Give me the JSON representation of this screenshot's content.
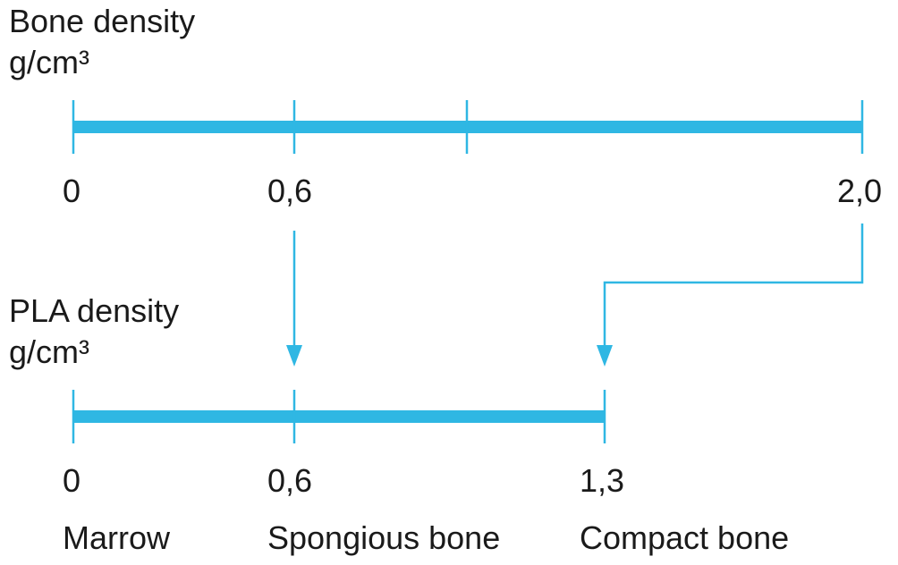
{
  "colors": {
    "line": "#2fb7e3",
    "text": "#1a1a1a",
    "background": "#ffffff"
  },
  "bone_scale": {
    "title": "Bone density",
    "unit": "g/cm³",
    "labels": [
      "0",
      "0,6",
      "2,0"
    ]
  },
  "pla_scale": {
    "title": "PLA density",
    "unit": "g/cm³",
    "labels": [
      "0",
      "0,6",
      "1,3"
    ]
  },
  "regions": [
    "Marrow",
    "Spongious bone",
    "Compact bone"
  ],
  "mappings": [
    {
      "from": "0,6",
      "to": "0,6",
      "region": "Spongious bone"
    },
    {
      "from": "2,0",
      "to": "1,3",
      "region": "Compact bone"
    }
  ]
}
